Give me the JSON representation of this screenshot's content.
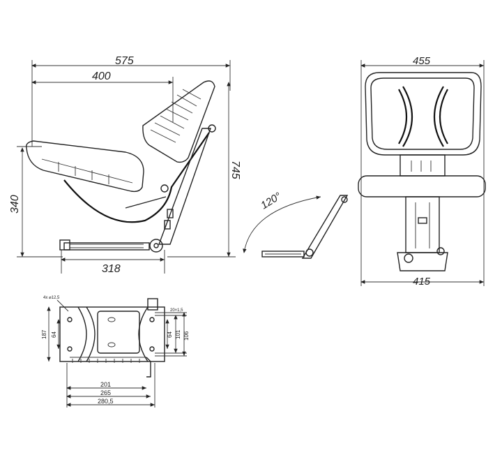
{
  "side_view": {
    "dim_overall_width": "575",
    "dim_backrest_width": "400",
    "dim_height": "340",
    "dim_back_height": "745",
    "dim_base": "318"
  },
  "recline": {
    "angle_label": "120°"
  },
  "front_view": {
    "dim_top_width": "455",
    "dim_bottom": "415"
  },
  "mount_plan": {
    "label_holes": "4x ⌀12,5",
    "label_slot": "20×1,5",
    "dim_187": "187",
    "dim_64_left": "64",
    "dim_64_right": "64",
    "dim_101": "101",
    "dim_106": "106",
    "dim_201": "201",
    "dim_265": "265",
    "dim_280": "280,5"
  }
}
